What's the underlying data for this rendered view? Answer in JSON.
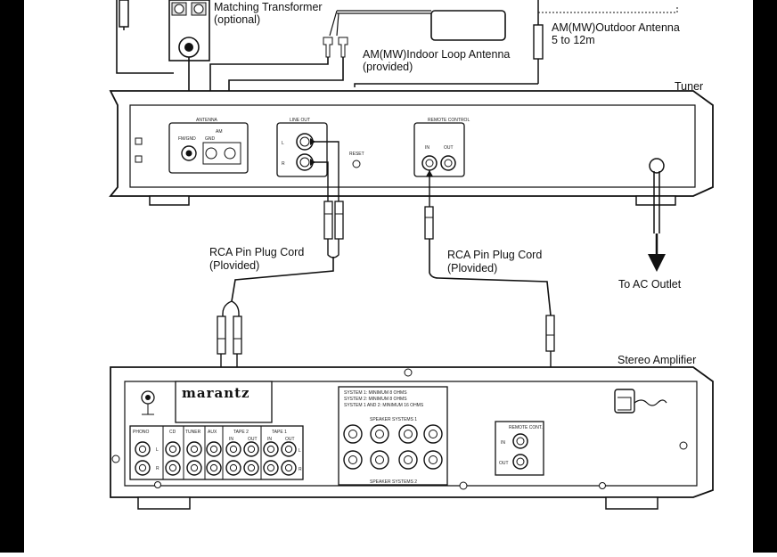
{
  "labels": {
    "matching_transformer": "Matching Transformer",
    "matching_transformer_note": "(optional)",
    "indoor_loop": "AM(MW)Indoor Loop Antenna",
    "indoor_loop_note": "(provided)",
    "outdoor_antenna": "AM(MW)Outdoor Antenna",
    "outdoor_antenna_length": "5 to 12m",
    "tuner": "Tuner",
    "rca_cord_left": "RCA Pin Plug Cord",
    "rca_cord_left_note": "(Plovided)",
    "rca_cord_right": "RCA Pin Plug Cord",
    "rca_cord_right_note": "(Plovided)",
    "ac_outlet": "To AC Outlet",
    "amplifier": "Stereo Amplifier"
  },
  "tuner_panel": {
    "antenna": "ANTENNA",
    "am": "AM",
    "phono": "FM/GND",
    "gnd": "GND",
    "line_out": "LINE OUT",
    "l": "L",
    "r": "R",
    "reset": "RESET",
    "remote_control": "REMOTE CONTROL",
    "in": "IN",
    "out": "OUT"
  },
  "amp_panel": {
    "brand": "marantz",
    "phono": "PHONO",
    "cd": "CD",
    "tuner": "TUNER",
    "aux": "AUX",
    "tape2": "TAPE 2",
    "tape1": "TAPE 1",
    "in": "IN",
    "out": "OUT",
    "l": "L",
    "r": "R",
    "sys1": "SYSTEM 1: MINIMUM 8 OHMS",
    "sys2": "SYSTEM 2: MINIMUM 8 OHMS",
    "sys12": "SYSTEM 1 AND 2: MINIMUM 16 OHMS",
    "speaker_sys1": "SPEAKER SYSTEMS 1",
    "speaker_sys2": "SPEAKER SYSTEMS 2",
    "remote_cont": "REMOTE CONT.",
    "remote_in": "IN",
    "remote_out": "OUT"
  }
}
